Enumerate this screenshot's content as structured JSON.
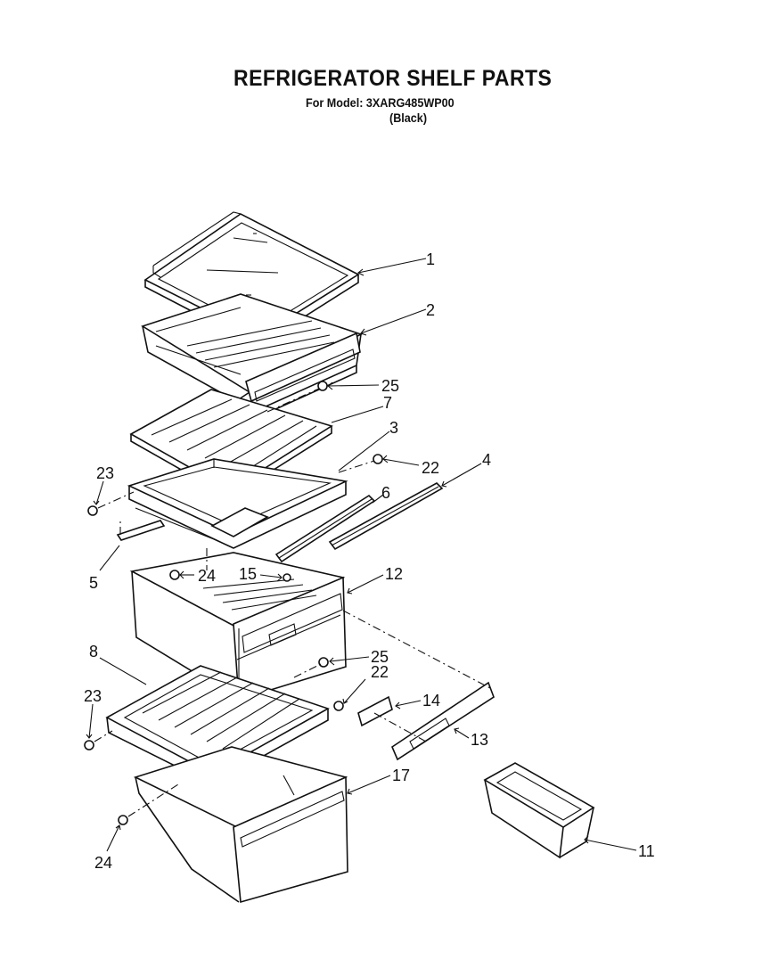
{
  "header": {
    "title": "REFRIGERATOR SHELF PARTS",
    "model": "For Model: 3XARG485WP00",
    "color": "(Black)"
  },
  "callouts": {
    "c1": "1",
    "c2": "2",
    "c25a": "25",
    "c7": "7",
    "c3": "3",
    "c22a": "22",
    "c4": "4",
    "c6": "6",
    "c23a": "23",
    "c5": "5",
    "c24a": "24",
    "c15": "15",
    "c12": "12",
    "c8": "8",
    "c25b": "25",
    "c22b": "22",
    "c23b": "23",
    "c14": "14",
    "c13": "13",
    "c17": "17",
    "c24b": "24",
    "c11": "11"
  },
  "parts": {
    "glass-shelf": "1",
    "upper-pan": "2",
    "shelf-frame": "3",
    "right-rail": "4",
    "left-rail": "5",
    "center-rail": "6",
    "glass-insert": "7",
    "lower-cover": "8",
    "dairy-bin": "11",
    "crisper-drawer": "12",
    "control-plate": "13",
    "slide-control": "14",
    "screw": "15",
    "meat-pan": "17",
    "bearing-right": "22",
    "bearing-left": "23",
    "stop": "24",
    "roller": "25"
  }
}
